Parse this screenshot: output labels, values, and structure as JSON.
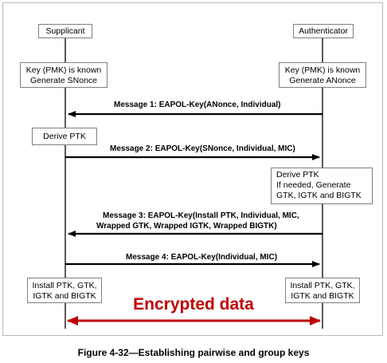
{
  "actors": {
    "supplicant": "Supplicant",
    "authenticator": "Authenticator"
  },
  "boxes": {
    "supp_key": [
      "Key (PMK) is known",
      "Generate SNonce"
    ],
    "auth_key": [
      "Key (PMK) is known",
      "Generate ANonce"
    ],
    "supp_derive": "Derive PTK",
    "auth_derive": [
      "Derive PTK",
      "If needed, Generate",
      "GTK, IGTK and BIGTK"
    ],
    "supp_install": [
      "Install PTK, GTK,",
      "IGTK and BIGTK"
    ],
    "auth_install": [
      "Install PTK, GTK,",
      "IGTK and BIGTK"
    ]
  },
  "messages": {
    "m1": "Message 1: EAPOL-Key(ANonce, Individual)",
    "m2": "Message 2: EAPOL-Key(SNonce, Individual, MIC)",
    "m3_line1": "Message 3: EAPOL-Key(Install PTK, Individual, MIC,",
    "m3_line2": "Wrapped GTK, Wrapped IGTK, Wrapped BIGTK)",
    "m4": "Message 4: EAPOL-Key(Individual, MIC)"
  },
  "encrypted": "Encrypted data",
  "caption": "Figure 4-32—Establishing pairwise and group keys",
  "colors": {
    "encrypted": "#c00000",
    "lines": "#000000",
    "box_border": "#7f7f7f"
  }
}
